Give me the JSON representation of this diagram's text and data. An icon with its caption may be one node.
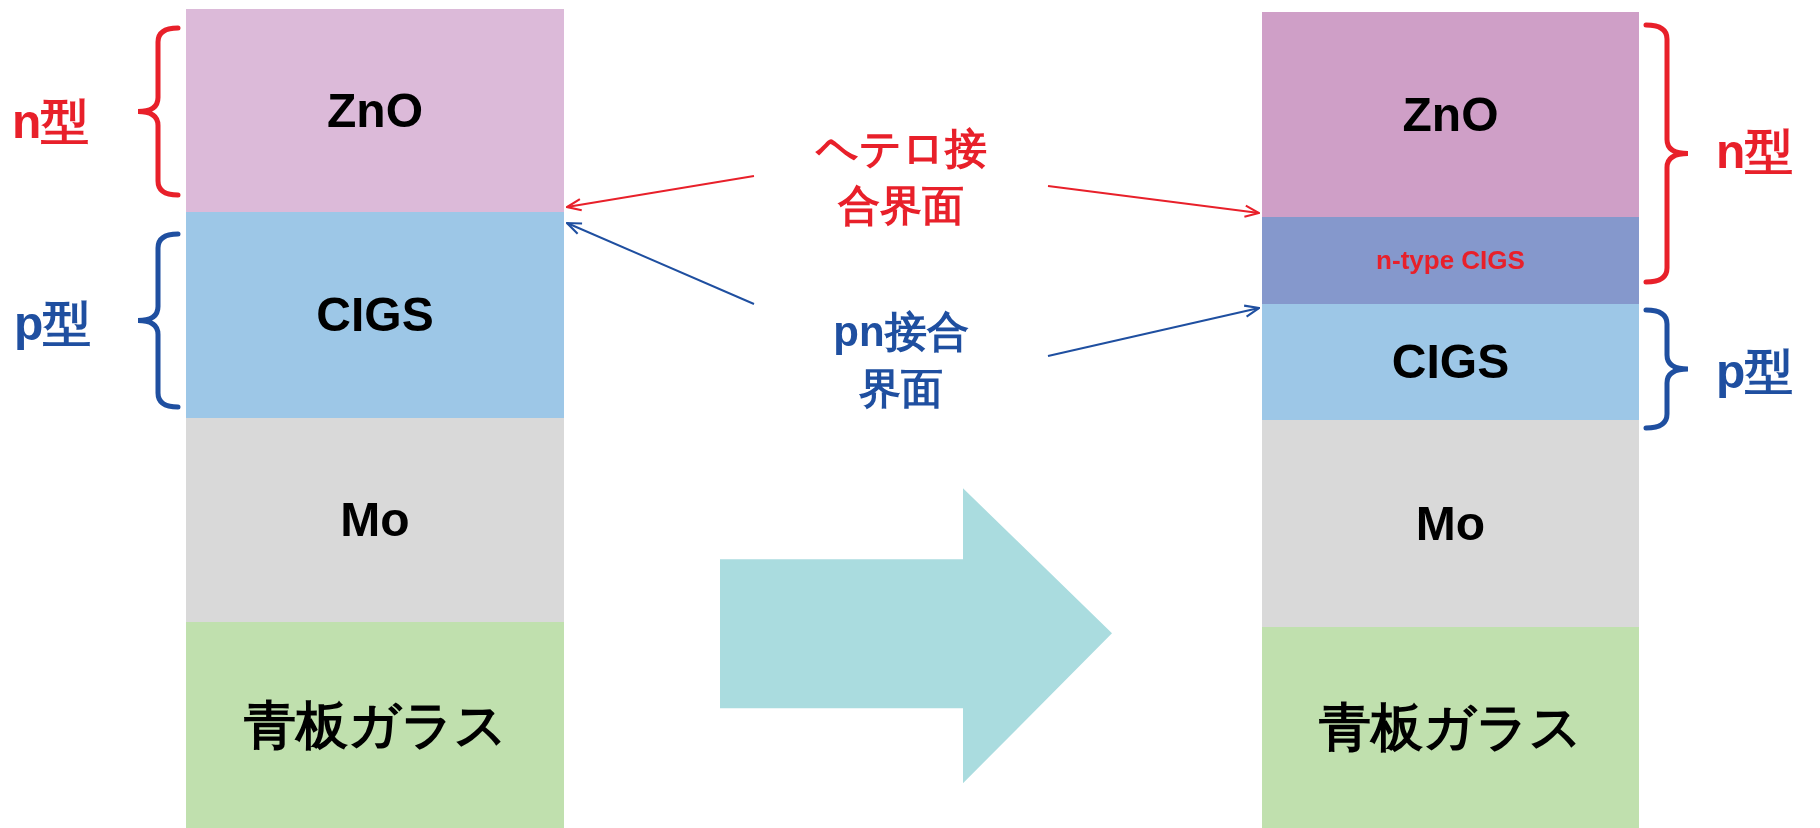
{
  "diagram": {
    "nodes": [
      {
        "text": [
          "ZnO"
        ]
      },
      {
        "text": [
          "CIGS"
        ]
      },
      {
        "text": [
          "Mo"
        ]
      },
      {
        "text": [
          "青板ガラス"
        ]
      },
      {
        "text": [
          "ヘテロ接合界面"
        ]
      },
      {
        "text": [
          "pn接合界面"
        ]
      },
      {
        "text": [
          "ZnO"
        ]
      },
      {
        "text": [
          "n-type CIGS"
        ]
      },
      {
        "text": [
          "CIGS"
        ]
      },
      {
        "text": [
          "Mo"
        ]
      },
      {
        "text": [
          "青板ガラス"
        ]
      }
    ],
    "edges": [
      {
        "from": 4,
        "to": 0,
        "arrow": "to",
        "color": "#e8202a"
      },
      {
        "from": 4,
        "to": 6,
        "arrow": "to",
        "color": "#e8202a"
      },
      {
        "from": 5,
        "to": 1,
        "arrow": "to",
        "color": "#1f4fa0"
      },
      {
        "from": 5,
        "to": 8,
        "arrow": "to",
        "color": "#1f4fa0"
      },
      {
        "from": 3,
        "to": 10,
        "arrow": "to",
        "style": "thick",
        "color": "#aadcdf"
      }
    ],
    "labels": [
      "n型",
      "p型",
      "n型",
      "p型"
    ]
  }
}
